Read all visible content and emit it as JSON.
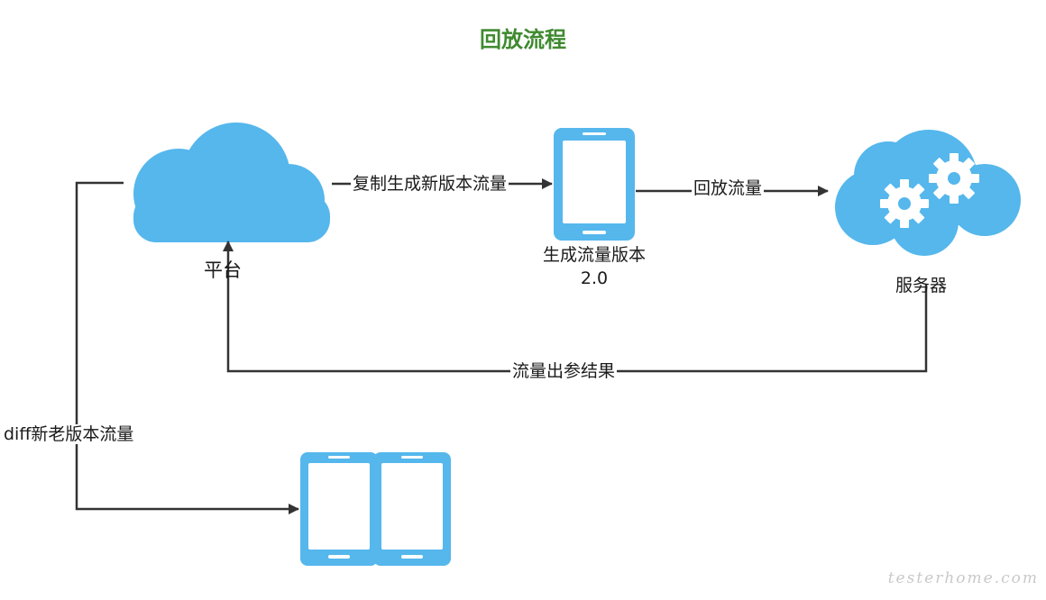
{
  "title": "回放流程",
  "nodes": {
    "platform": {
      "label": "平台",
      "icon": "cloud-icon"
    },
    "generate": {
      "label_line1": "生成流量版本",
      "label_line2": "2.0",
      "icon": "smartphone-icon"
    },
    "server": {
      "label": "服务器",
      "icon": "cloud-gears-icon"
    },
    "compare": {
      "icon": "two-phones-icon"
    }
  },
  "edges": {
    "copy": "复制生成新版本流量",
    "replay": "回放流量",
    "result": "流量出参结果",
    "diff": "diff新老版本流量"
  },
  "watermark": "testerhome.com",
  "colors": {
    "title": "#3f8a2f",
    "icon_blue": "#55b7ec",
    "line": "#333333"
  }
}
